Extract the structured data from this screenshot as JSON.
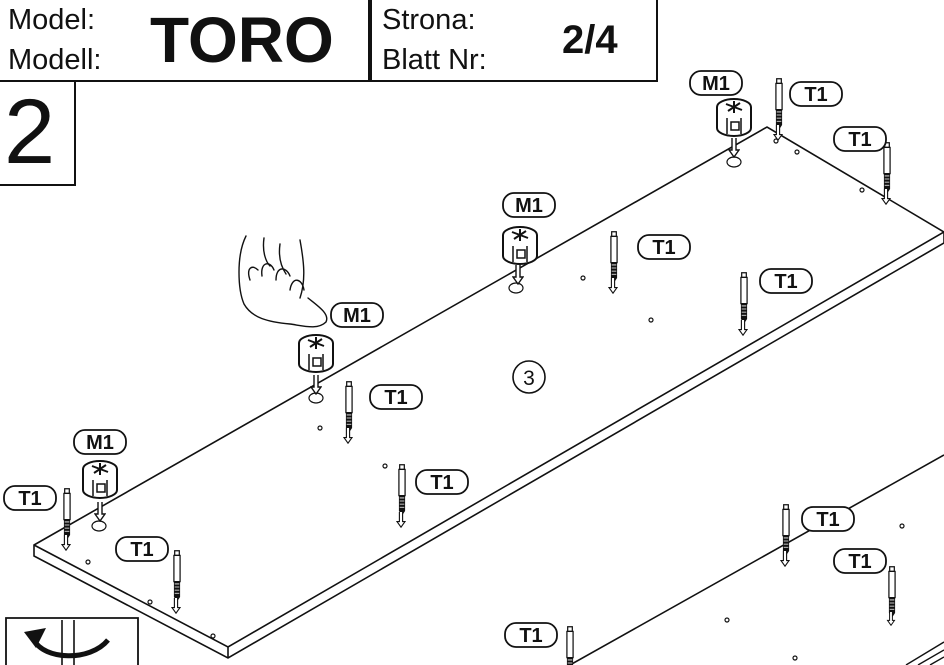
{
  "header": {
    "model_label_pl": "Model:",
    "model_label_de": "Modell:",
    "model_name": "TORO",
    "page_label_pl": "Strona:",
    "page_label_de": "Blatt Nr:",
    "page_number": "2/4"
  },
  "step": {
    "number": "2"
  },
  "panel_label": "3",
  "parts": {
    "cam_lock": "M1",
    "dowel": "T1"
  }
}
